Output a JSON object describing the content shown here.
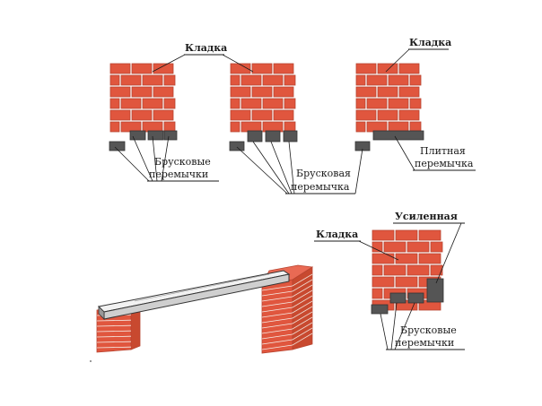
{
  "colors": {
    "brick": "#e0563e",
    "brick_edge": "#b84430",
    "mortar": "#f6ece6",
    "lintel": "#555555",
    "lintel_edge": "#333333",
    "slab": "#eeeeee",
    "ink": "#1a1a1a"
  },
  "labels": {
    "kladka_1": "Кладка",
    "kladka_2": "Кладка",
    "kladka_3": "Кладка",
    "bruskovye_1_l1": "Брусковые",
    "bruskovye_1_l2": "перемычки",
    "bruskovaya_l1": "Брусковая",
    "bruskovaya_l2": "перемычка",
    "plitnaya_l1": "Плитная",
    "plitnaya_l2": "перемычка",
    "usilennaya": "Усиленная",
    "bruskovye_2_l1": "Брусковые",
    "bruskovye_2_l2": "перемычки"
  }
}
